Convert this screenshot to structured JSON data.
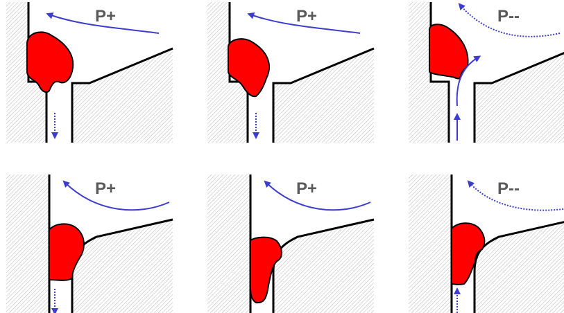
{
  "figure": {
    "panels": [
      {
        "label": "P+",
        "row": "top",
        "pressure": "positive",
        "flow": "solid",
        "drip": "downward"
      },
      {
        "label": "P+",
        "row": "top",
        "pressure": "positive",
        "flow": "solid",
        "drip": "downward"
      },
      {
        "label": "P--",
        "row": "top",
        "pressure": "negative",
        "flow": "dotted",
        "drip": "upward"
      },
      {
        "label": "P+",
        "row": "bottom",
        "pressure": "positive",
        "flow": "solid",
        "drip": "downward"
      },
      {
        "label": "P+",
        "row": "bottom",
        "pressure": "positive",
        "flow": "solid",
        "drip": "none"
      },
      {
        "label": "P--",
        "row": "bottom",
        "pressure": "negative",
        "flow": "dotted",
        "drip": "upward"
      }
    ]
  },
  "colors": {
    "hatch_background": "#ffffff",
    "hatch_line": "#b4b4b4",
    "outline": "#000000",
    "blob": "#ff0000",
    "arrow": "#3c3ccd",
    "label": "#5a5a5a"
  }
}
